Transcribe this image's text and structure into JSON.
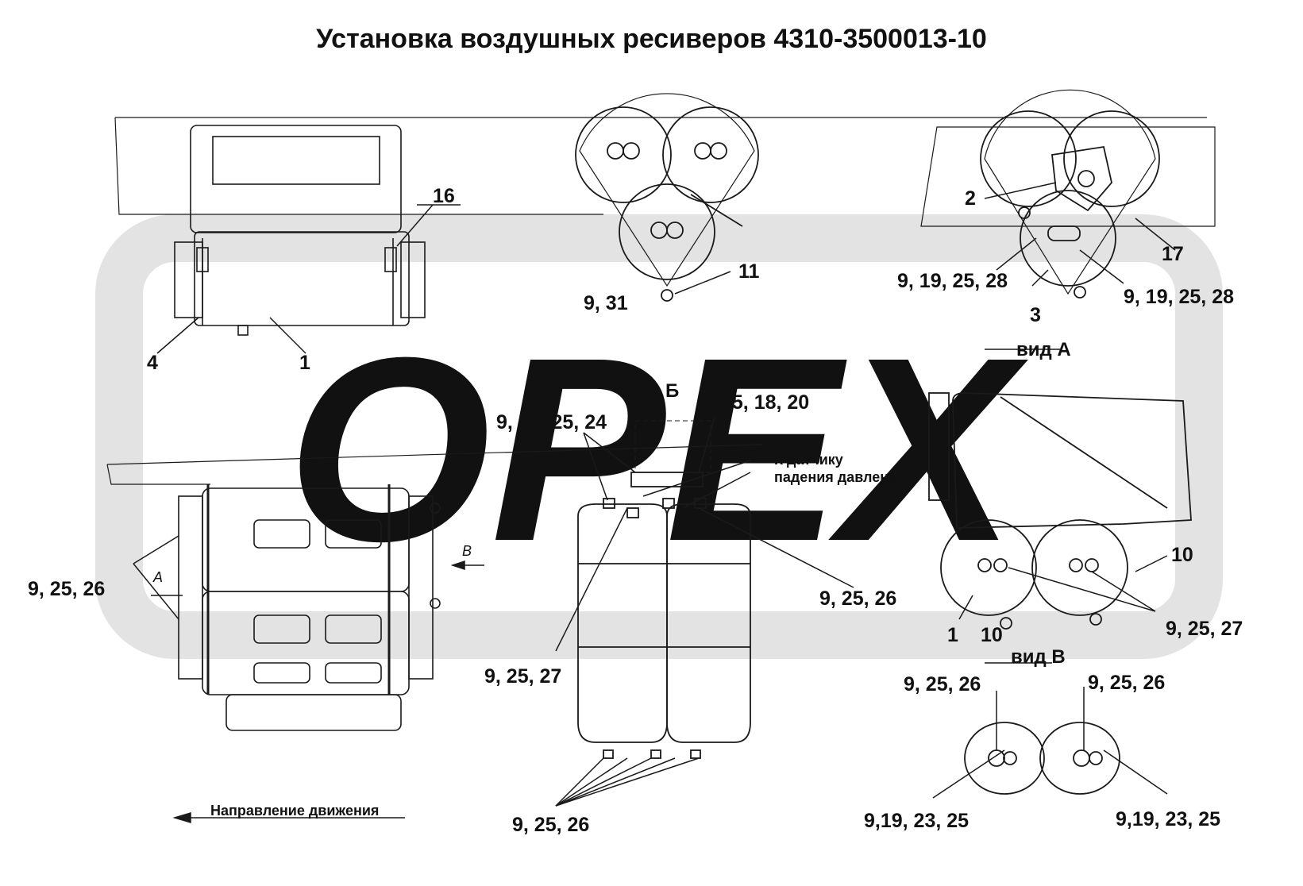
{
  "title": "Установка воздушных ресиверов 4310-3500013-10",
  "watermark": "ОРЕХ",
  "colors": {
    "background": "#ffffff",
    "line": "#1a1a1a",
    "watermark": "#c9c9c9",
    "frame": "#e6e6e6"
  },
  "views": {
    "a": "вид А",
    "b": "вид В",
    "section_b": "Б",
    "arrow_a": "А",
    "arrow_b": "В"
  },
  "direction_label": "Направление движения",
  "sensor_note_line1": "К датчику",
  "sensor_note_line2": "падения давления",
  "callouts": {
    "c16": "16",
    "c4": "4",
    "c1_top": "1",
    "c11": "11",
    "c931": "9, 31",
    "c2": "2",
    "c17": "17",
    "c3": "3",
    "c9192528_left": "9, 19, 25, 28",
    "c9192528_right": "9, 19, 25, 28",
    "c151820": "15, 18, 20",
    "c9192524": "9, 19, 25, 24",
    "c92526_left": "9, 25, 26",
    "c92526_mid": "9, 25, 26",
    "c92527_mid": "9, 25, 27",
    "c92526_bottom": "9, 25, 26",
    "c10_right": "10",
    "c1_right": "1",
    "c10_bottom": "10",
    "c92527_right": "9, 25, 27",
    "c92526_vb_left": "9, 25, 26",
    "c92526_vb_right": "9, 25, 26",
    "c9192325_left": "9,19, 23, 25",
    "c9192325_right": "9,19, 23, 25"
  }
}
